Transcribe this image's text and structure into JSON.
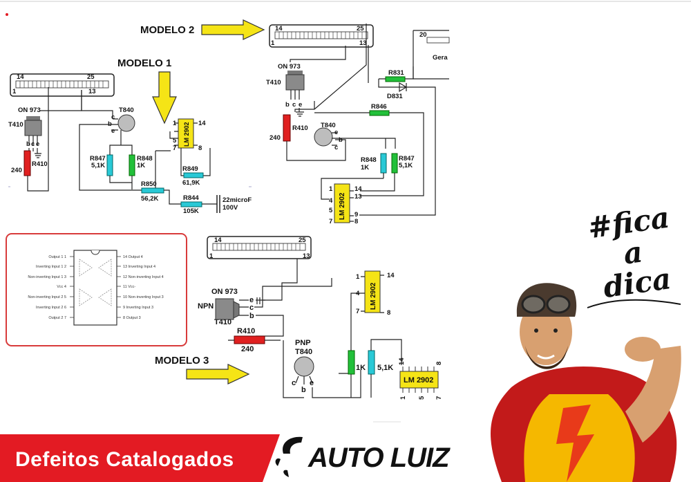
{
  "colors": {
    "banner": "#e31b23",
    "arrow": "#f5e416",
    "resistor_red": "#e02020",
    "resistor_green": "#22c03a",
    "resistor_cyan": "#29c9d6",
    "chip": "#f5e416",
    "frame": "#d83a3a"
  },
  "headings": {
    "modelo1": "MODELO 1",
    "modelo2": "MODELO 2",
    "modelo3": "MODELO 3"
  },
  "connector": {
    "pin14": "14",
    "pin25": "25",
    "pin1": "1",
    "pin13": "13",
    "pin20": "20",
    "gera": "Gera"
  },
  "transistors": {
    "on973": "ON 973",
    "t410": "T410",
    "t840": "T840",
    "npn": "NPN",
    "pnp": "PNP",
    "b": "b",
    "c": "c",
    "e": "e"
  },
  "resistors": {
    "r410": "R410",
    "v240": "240",
    "r847": "R847",
    "v51k": "5,1K",
    "r848": "R848",
    "v1k": "1K",
    "r849": "R849",
    "v619k": "61,9K",
    "r850": "R850",
    "v562k": "56,2K",
    "r844": "R844",
    "v105k": "105K",
    "r831": "R831",
    "d831": "D831",
    "r846": "R846",
    "cap": "22microF",
    "cap_v": "100V"
  },
  "chip": {
    "name": "LM 2902",
    "p1": "1",
    "p4": "4",
    "p5": "5",
    "p7": "7",
    "p8": "8",
    "p9": "9",
    "p13": "13",
    "p14": "14"
  },
  "pinout": {
    "left": [
      "Output 1",
      "Inverting Input 1",
      "Non-inverting Input 1",
      "Vcc",
      "Non-inverting Input 2",
      "Inverting Input 2",
      "Output 2"
    ],
    "left_nums": [
      "1",
      "2",
      "3",
      "4",
      "5",
      "6",
      "7"
    ],
    "right": [
      "Output 4",
      "Inverting Input 4",
      "Non-inverting Input 4",
      "Vcc-",
      "Non-inverting Input 3",
      "Inverting Input 3",
      "Output 3"
    ],
    "right_nums": [
      "14",
      "13",
      "12",
      "11",
      "10",
      "9",
      "8"
    ]
  },
  "hashtag": {
    "l1": "#fica",
    "l2": "a",
    "l3": "dica"
  },
  "banner": {
    "text": "Defeitos Catalogados"
  },
  "brand": {
    "name": "AUTO LUIZ"
  }
}
